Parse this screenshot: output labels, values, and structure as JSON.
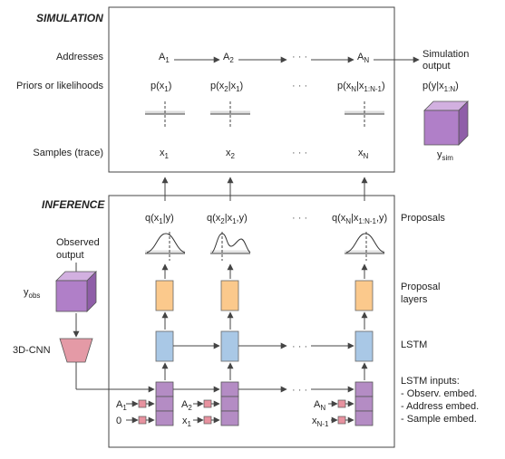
{
  "simulation": {
    "title": "SIMULATION",
    "row_addresses": "Addresses",
    "row_priors": "Priors or likelihoods",
    "row_samples": "Samples (trace)",
    "output_label": [
      "Simulation",
      "output"
    ],
    "likelihood": {
      "base": "p(y|x",
      "sub": "1:N",
      "end": ")"
    },
    "sim_out": {
      "base": "y",
      "sub": "sim"
    },
    "cols": [
      {
        "addr": {
          "base": "A",
          "sub": "1"
        },
        "prior": [
          [
            "p(x",
            ""
          ],
          [
            "1",
            "s"
          ],
          [
            ")",
            ""
          ]
        ],
        "sample": {
          "base": "x",
          "sub": "1"
        }
      },
      {
        "addr": {
          "base": "A",
          "sub": "2"
        },
        "prior": [
          [
            "p(x",
            ""
          ],
          [
            "2",
            "s"
          ],
          [
            "|x",
            ""
          ],
          [
            "1",
            "s"
          ],
          [
            ")",
            ""
          ]
        ],
        "sample": {
          "base": "x",
          "sub": "2"
        }
      },
      {
        "addr": {
          "base": "A",
          "sub": "N"
        },
        "prior": [
          [
            "p(x",
            ""
          ],
          [
            "N",
            "s"
          ],
          [
            "|x",
            ""
          ],
          [
            "1:N-1",
            "s"
          ],
          [
            ")",
            ""
          ]
        ],
        "sample": {
          "base": "x",
          "sub": "N"
        }
      }
    ],
    "ellipsis": "· · ·"
  },
  "inference": {
    "title": "INFERENCE",
    "observed_label": [
      "Observed",
      "output"
    ],
    "obs": {
      "base": "y",
      "sub": "obs"
    },
    "cnn_label": "3D-CNN",
    "proposals_label": "Proposals",
    "proposal_layers_label": [
      "Proposal",
      "layers"
    ],
    "lstm_label": "LSTM",
    "lstm_inputs_label": [
      "LSTM inputs:",
      "- Observ. embed.",
      "- Address embed.",
      "- Sample embed."
    ],
    "cols": [
      {
        "q": [
          [
            "q(x",
            ""
          ],
          [
            "1",
            "s"
          ],
          [
            "|y)",
            ""
          ]
        ],
        "in_addr": {
          "base": "A",
          "sub": "1"
        },
        "in_sample": {
          "base": "0",
          "sub": ""
        }
      },
      {
        "q": [
          [
            "q(x",
            ""
          ],
          [
            "2",
            "s"
          ],
          [
            "|x",
            ""
          ],
          [
            "1",
            "s"
          ],
          [
            ",y)",
            ""
          ]
        ],
        "in_addr": {
          "base": "A",
          "sub": "2"
        },
        "in_sample": {
          "base": "x",
          "sub": "1"
        }
      },
      {
        "q": [
          [
            "q(x",
            ""
          ],
          [
            "N",
            "s"
          ],
          [
            "|x",
            ""
          ],
          [
            "1:N-1",
            "s"
          ],
          [
            ",y)",
            ""
          ]
        ],
        "in_addr": {
          "base": "A",
          "sub": "N"
        },
        "in_sample": {
          "base": "x",
          "sub": "N-1"
        }
      }
    ],
    "ellipsis": "· · ·"
  },
  "colors": {
    "proposal_layer": "#fbc98c",
    "lstm": "#a9c8e6",
    "lstm_input": "#b48cc4",
    "embed_small": "#e7929f",
    "cnn": "#e49aa6",
    "cube_front": "#b07fc8",
    "cube_top": "#d2b0e0",
    "cube_side": "#8f5ea8"
  }
}
